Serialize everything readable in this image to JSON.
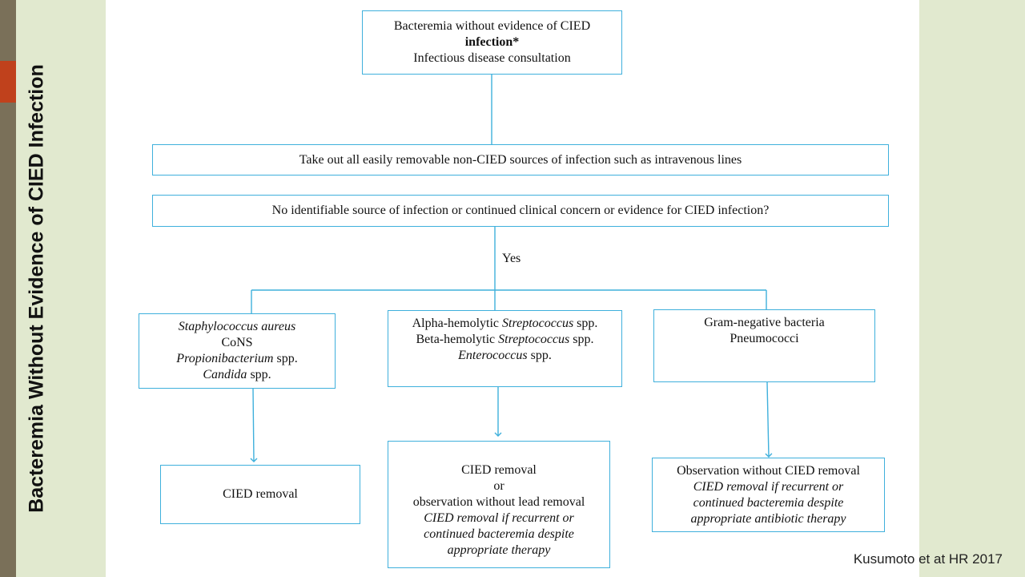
{
  "slide": {
    "title": "Bacteremia Without Evidence of CIED Infection",
    "citation": "Kusumoto et at HR 2017"
  },
  "flowchart": {
    "start": {
      "line1": "Bacteremia without evidence of CIED",
      "line2": "infection*",
      "line3": "Infectious disease consultation"
    },
    "step_remove": "Take out all easily removable non-CIED sources of infection such as intravenous lines",
    "question": "No identifiable source of infection or continued clinical concern or evidence for CIED infection?",
    "yes_label": "Yes",
    "branch_staph": {
      "line1": "Staphylococcus aureus",
      "line2": "CoNS",
      "line3_it": "Propionibacterium",
      "line3_rest": " spp.",
      "line4_it": "Candida",
      "line4_rest": " spp."
    },
    "branch_strep": {
      "line1_pre": "Alpha-hemolytic ",
      "line1_it": "Streptococcus",
      "line1_post": " spp.",
      "line2_pre": "Beta-hemolytic ",
      "line2_it": "Streptococcus",
      "line2_post": " spp.",
      "line3_it": "Enterococcus",
      "line3_post": " spp."
    },
    "branch_gram": {
      "line1": "Gram-negative bacteria",
      "line2": "Pneumococci"
    },
    "outcome_staph": "CIED removal",
    "outcome_strep": {
      "line1": "CIED removal",
      "line2": "or",
      "line3": "observation without lead removal",
      "line4": "CIED removal if recurrent or",
      "line5": "continued bacteremia despite",
      "line6": "appropriate therapy"
    },
    "outcome_gram": {
      "line1": "Observation without CIED removal",
      "line2": "CIED removal if recurrent or",
      "line3": "continued bacteremia despite",
      "line4": "appropriate antibiotic therapy"
    }
  },
  "colors": {
    "box_border": "#3fb0dc",
    "background": "#e1e9cf",
    "left_bar": "#7a7059",
    "accent": "#c0411c"
  }
}
